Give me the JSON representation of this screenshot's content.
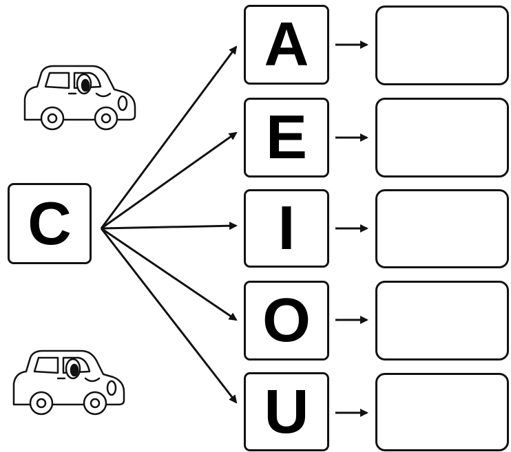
{
  "consonant": "C",
  "vowels": [
    "A",
    "E",
    "I",
    "O",
    "U"
  ],
  "answers": [
    "",
    "",
    "",
    "",
    ""
  ],
  "illustrations": [
    "car-cartoon-icon",
    "car-cartoon-icon"
  ],
  "colors": {
    "ink": "#111111",
    "paper": "#ffffff"
  }
}
